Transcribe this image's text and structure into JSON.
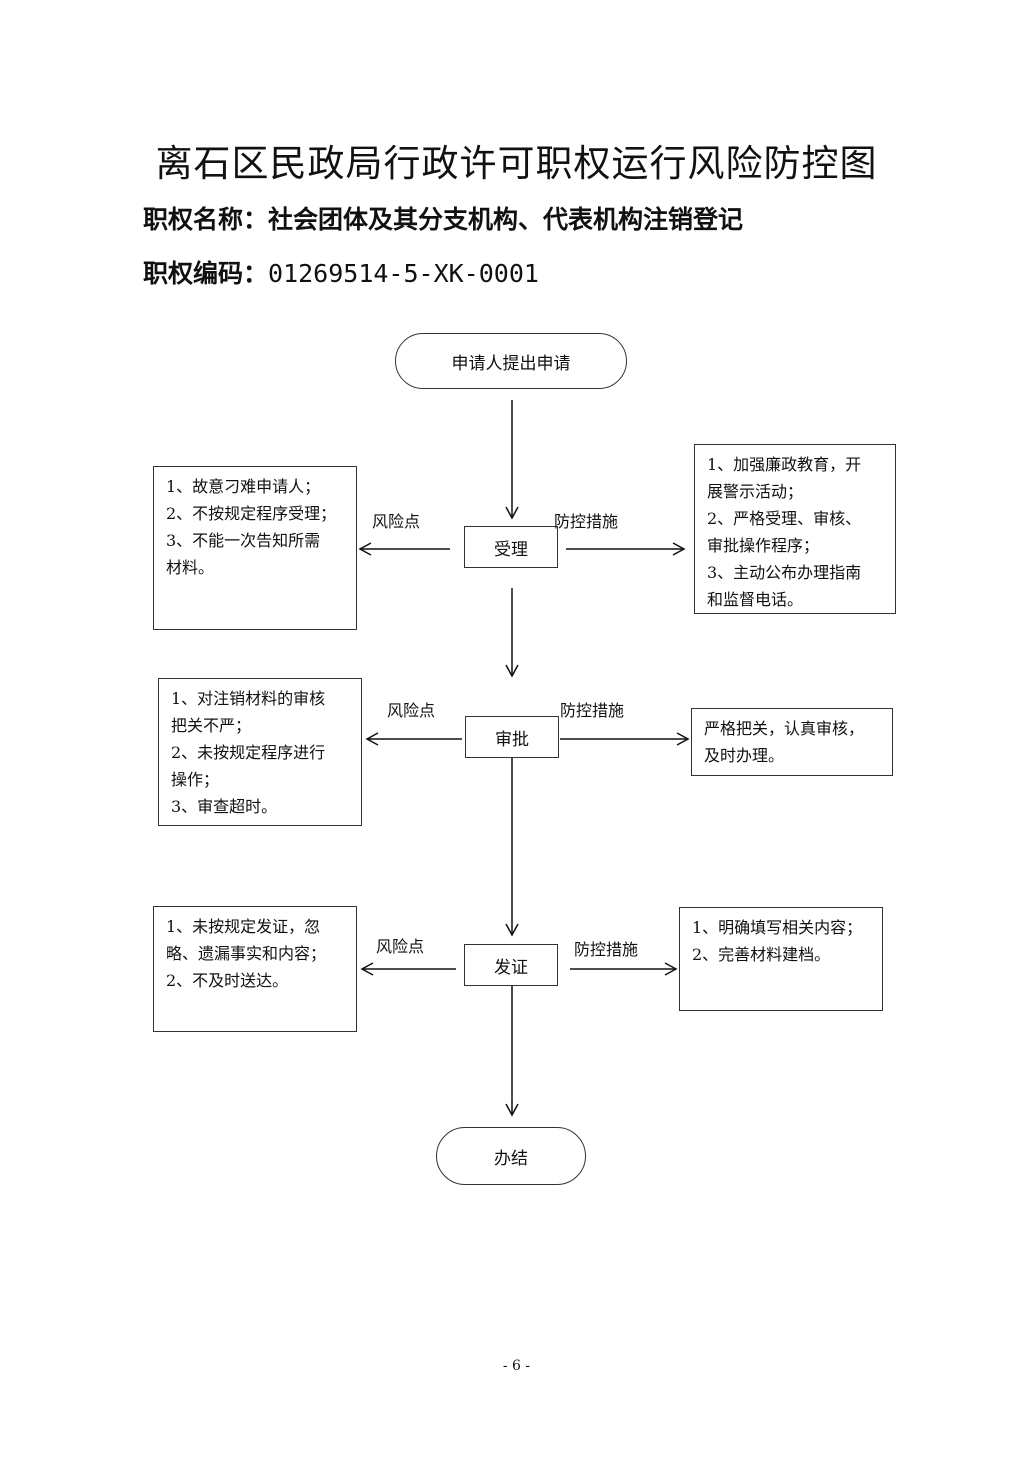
{
  "title": "离石区民政局行政许可职权运行风险防控图",
  "meta": {
    "name_label": "职权名称：",
    "name_value": "社会团体及其分支机构、代表机构注销登记",
    "code_label": "职权编码：",
    "code_value": "01269514-5-XK-0001"
  },
  "flow": {
    "start": "申请人提出申请",
    "end": "办结",
    "steps": [
      {
        "name": "受理",
        "risk_label": "风险点",
        "measure_label": "防控措施",
        "risks": [
          "1、故意刁难申请人；",
          "2、不按规定程序受理；",
          "3、不能一次告知所需",
          "材料。"
        ],
        "measures": [
          "1、加强廉政教育，开",
          "展警示活动；",
          "2、严格受理、审核、",
          "审批操作程序；",
          "3、主动公布办理指南",
          "和监督电话。"
        ]
      },
      {
        "name": "审批",
        "risk_label": "风险点",
        "measure_label": "防控措施",
        "risks": [
          "1、对注销材料的审核",
          "把关不严；",
          "2、未按规定程序进行",
          "操作；",
          "3、审查超时。"
        ],
        "measures": [
          "严格把关，认真审核，",
          "及时办理。"
        ]
      },
      {
        "name": "发证",
        "risk_label": "风险点",
        "measure_label": "防控措施",
        "risks": [
          "1、未按规定发证，忽",
          "略、遗漏事实和内容；",
          "2、不及时送达。"
        ],
        "measures": [
          "1、明确填写相关内容；",
          "2、完善材料建档。"
        ]
      }
    ]
  },
  "page_number": "- 6 -"
}
